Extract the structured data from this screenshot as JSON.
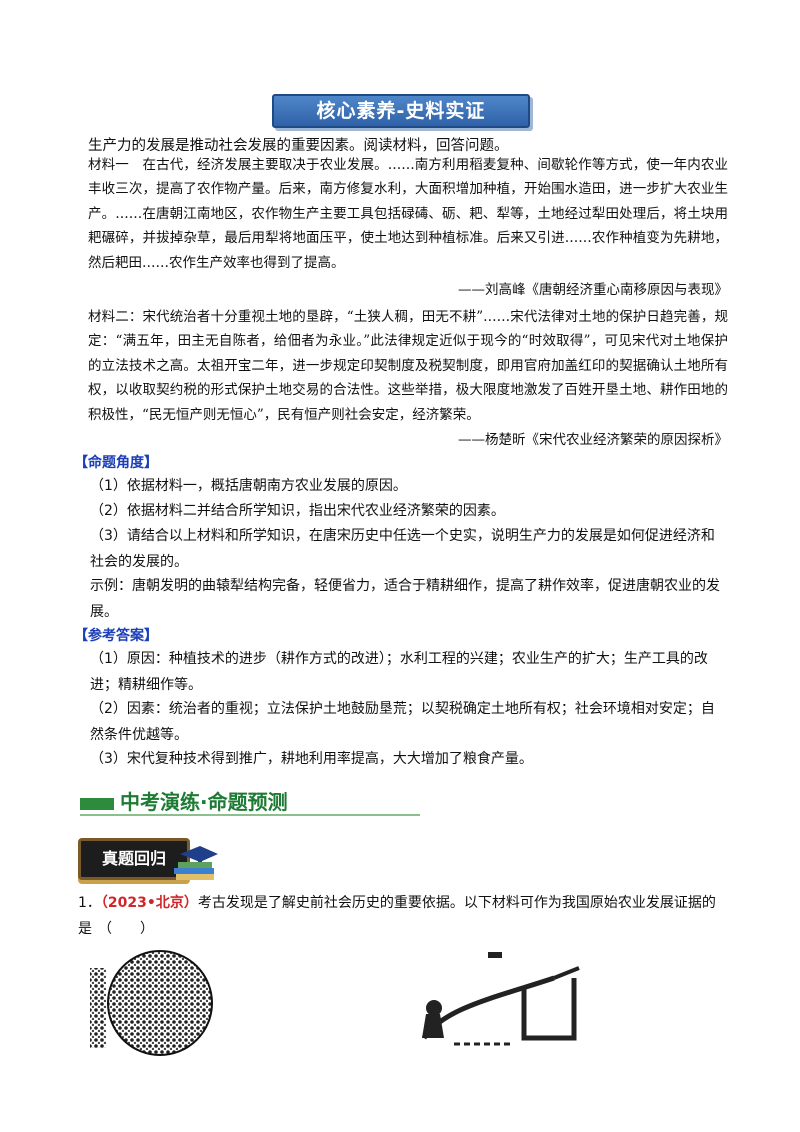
{
  "banner": "核心素养-史料实证",
  "intro": "生产力的发展是推动社会发展的重要因素。阅读材料，回答问题。",
  "material1": "材料一　在古代，经济发展主要取决于农业发展。……南方利用稻麦复种、间歇轮作等方式，使一年内农业丰收三次，提高了农作物产量。后来，南方修复水利，大面积增加种植，开始围水造田，进一步扩大农业生产。……在唐朝江南地区，农作物生产主要工具包括碌碡、砺、耙、犁等，土地经过犁田处理后，将土块用耙碾碎，并拔掉杂草，最后用犁将地面压平，使土地达到种植标准。后来又引进……农作种植变为先耕地，然后耙田……农作生产效率也得到了提高。",
  "cite1": "——刘高峰《唐朝经济重心南移原因与表现》",
  "material2": "材料二：宋代统治者十分重视土地的垦辟，“土狭人稠，田无不耕”……宋代法律对土地的保护日趋完善，规定：“满五年，田主无自陈者，给佃者为永业。”此法律规定近似于现今的“时效取得”，可见宋代对土地保护的立法技术之高。太祖开宝二年，进一步规定印契制度及税契制度，即用官府加盖红印的契据确认土地所有权，以收取契约税的形式保护土地交易的合法性。这些举措，极大限度地激发了百姓开垦土地、耕作田地的积极性，“民无恒产则无恒心”，民有恒产则社会安定，经济繁荣。",
  "cite2": "——杨楚昕《宋代农业经济繁荣的原因探析》",
  "question_head": "【命题角度】",
  "questions": [
    "（1）依据材料一，概括唐朝南方农业发展的原因。",
    "（2）依据材料二并结合所学知识，指出宋代农业经济繁荣的因素。",
    "（3）请结合以上材料和所学知识，在唐宋历史中任选一个史实，说明生产力的发展是如何促进经济和社会的发展的。",
    "示例：唐朝发明的曲辕犁结构完备，轻便省力，适合于精耕细作，提高了耕作效率，促进唐朝农业的发展。"
  ],
  "answer_head": "【参考答案】",
  "answers": [
    "（1）原因：种植技术的进步（耕作方式的改进）；水利工程的兴建；农业生产的扩大；生产工具的改进；精耕细作等。",
    "（2）因素：统治者的重视；立法保护土地鼓励垦荒；以契税确定土地所有权；社会环境相对安定；自然条件优越等。",
    "（3）宋代复种技术得到推广，耕地利用率提高，大大增加了粮食产量。"
  ],
  "section_title": "中考演练·命题预测",
  "badge": "真题回归",
  "q1": {
    "number": "1．",
    "source": "（2023•北京）",
    "text": "考古发现是了解史前社会历史的重要依据。以下材料可作为我国原始农业发展证据的是",
    "paren": "（　　）"
  },
  "colors": {
    "banner_blue": "#2f62a8",
    "head_blue": "#1b3fb8",
    "green": "#1e7b34",
    "red": "#d0262a"
  }
}
